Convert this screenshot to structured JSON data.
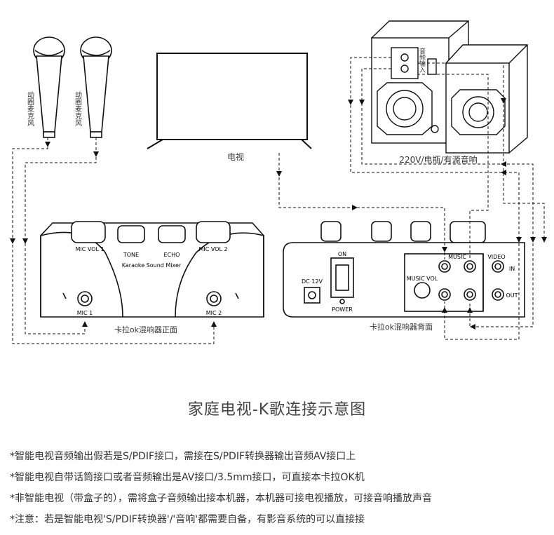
{
  "diagram": {
    "mic_labels": [
      "动圈麦克风",
      "动圈麦克风"
    ],
    "tv_label": "电视",
    "speaker_label": "220V/电瓶/有源音响",
    "speaker_input_label": "音频输入",
    "front": {
      "knobs": [
        "MIC VOL 1",
        "TONE",
        "ECHO",
        "MIC VOL 2"
      ],
      "brand": "Karaoke Sound Mixer",
      "jacks": [
        "MIC 1",
        "MIC 2"
      ],
      "label": "卡拉ok混响器正面"
    },
    "back": {
      "switch_on": "ON",
      "dc": "DC 12V",
      "power": "POWER",
      "music_vol": "MUSIC VOL",
      "music": "MUSIC",
      "video": "VIDEO",
      "in": "IN",
      "out": "OUT",
      "label": "卡拉ok混响器背面"
    },
    "title": "家庭电视-K歌连接示意图"
  },
  "notes": [
    "*智能电视音频输出假若是S/PDIF接口，需接在S/PDIF转换器输出音频AV接口上",
    "*智能电视自带话筒接口或者音频输出是AV接口/3.5mm接口，可直接本卡拉OK机",
    "*非智能电视（带盒子的），需将盒子音频输出接本机器，本机器可接电视播放，可接音响播放声音",
    "*注意：若是智能电视'S/PDIF转换器'/'音响'都需要自备，有影音系统的可以直接接"
  ]
}
